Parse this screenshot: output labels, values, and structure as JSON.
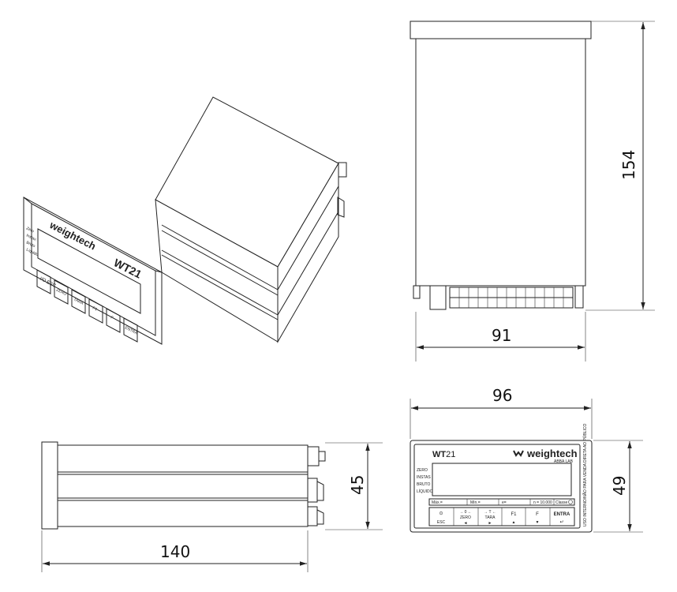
{
  "dimensions": {
    "front_width": "96",
    "front_height": "49",
    "top_width": "91",
    "top_depth": "154",
    "side_depth": "140",
    "side_height": "45"
  },
  "panel": {
    "brand": "weightech",
    "brand_sub": "ABBA LAB",
    "model_prefix": "WT",
    "model_number": "21",
    "status_labels": [
      "ZERO",
      "INSTAS",
      "BRUTO",
      "LÍQUIDO"
    ],
    "info_strip": [
      "Máx.=",
      "Mín.=",
      "e=",
      "n = 10.000",
      "Classe"
    ],
    "keys": [
      {
        "top": "⊙",
        "bottom": "ESC"
      },
      {
        "top": "→ 0 ←",
        "bottom": "ZERO",
        "arrow": "◄"
      },
      {
        "top": "→ T ←",
        "bottom": "TARA",
        "arrow": "►"
      },
      {
        "top": "F1",
        "bottom": "",
        "arrow": "▲"
      },
      {
        "top": "F",
        "bottom": "",
        "arrow": "▼"
      },
      {
        "top": "ENTRA",
        "bottom": "↵"
      }
    ],
    "side_text": "USO INTERNO/NÃO PARA VENDA DIRETA AO PÚBLICO"
  },
  "iso_panel": {
    "brand": "weightech",
    "model": "WT21",
    "status_labels": [
      "Zero",
      "Instav.",
      "Bruto",
      "Líquido"
    ],
    "keys": [
      "I/O ESC",
      "ZERO",
      "TARA",
      "F1",
      "F",
      "ENTRA"
    ]
  }
}
